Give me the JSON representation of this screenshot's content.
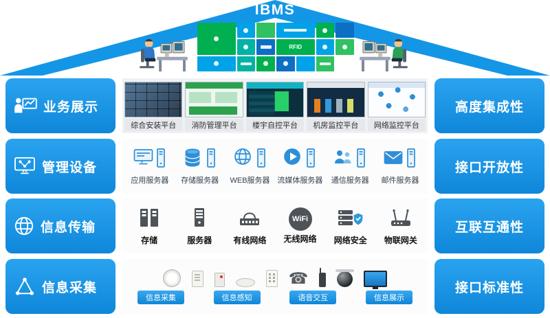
{
  "colors": {
    "accent_blue": "#1496e6",
    "tile_green": "#00b050",
    "tile_blue": "#00a2e8",
    "chip_blue": "#1d8fe2"
  },
  "roof": {
    "title": "IBMS",
    "tile_label": "RFID"
  },
  "wifi_label": "WiFi",
  "rows": [
    {
      "left_label": "业务展示",
      "right_label": "高度集成性",
      "items": [
        "综合安装平台",
        "消防管理平台",
        "楼宇自控平台",
        "机房监控平台",
        "网络监控平台"
      ]
    },
    {
      "left_label": "管理设备",
      "right_label": "接口开放性",
      "items": [
        "应用服务器",
        "存储服务器",
        "WEB服务器",
        "流媒体服务器",
        "通信服务器",
        "邮件服务器"
      ]
    },
    {
      "left_label": "信息传输",
      "right_label": "互联互通性",
      "items": [
        "存储",
        "服务器",
        "有线网络",
        "无线网络",
        "网络安全",
        "物联网关"
      ]
    },
    {
      "left_label": "信息采集",
      "right_label": "接口标准性",
      "items": [
        "信息采集",
        "信息感知",
        "语音交互",
        "信息展示"
      ]
    }
  ]
}
